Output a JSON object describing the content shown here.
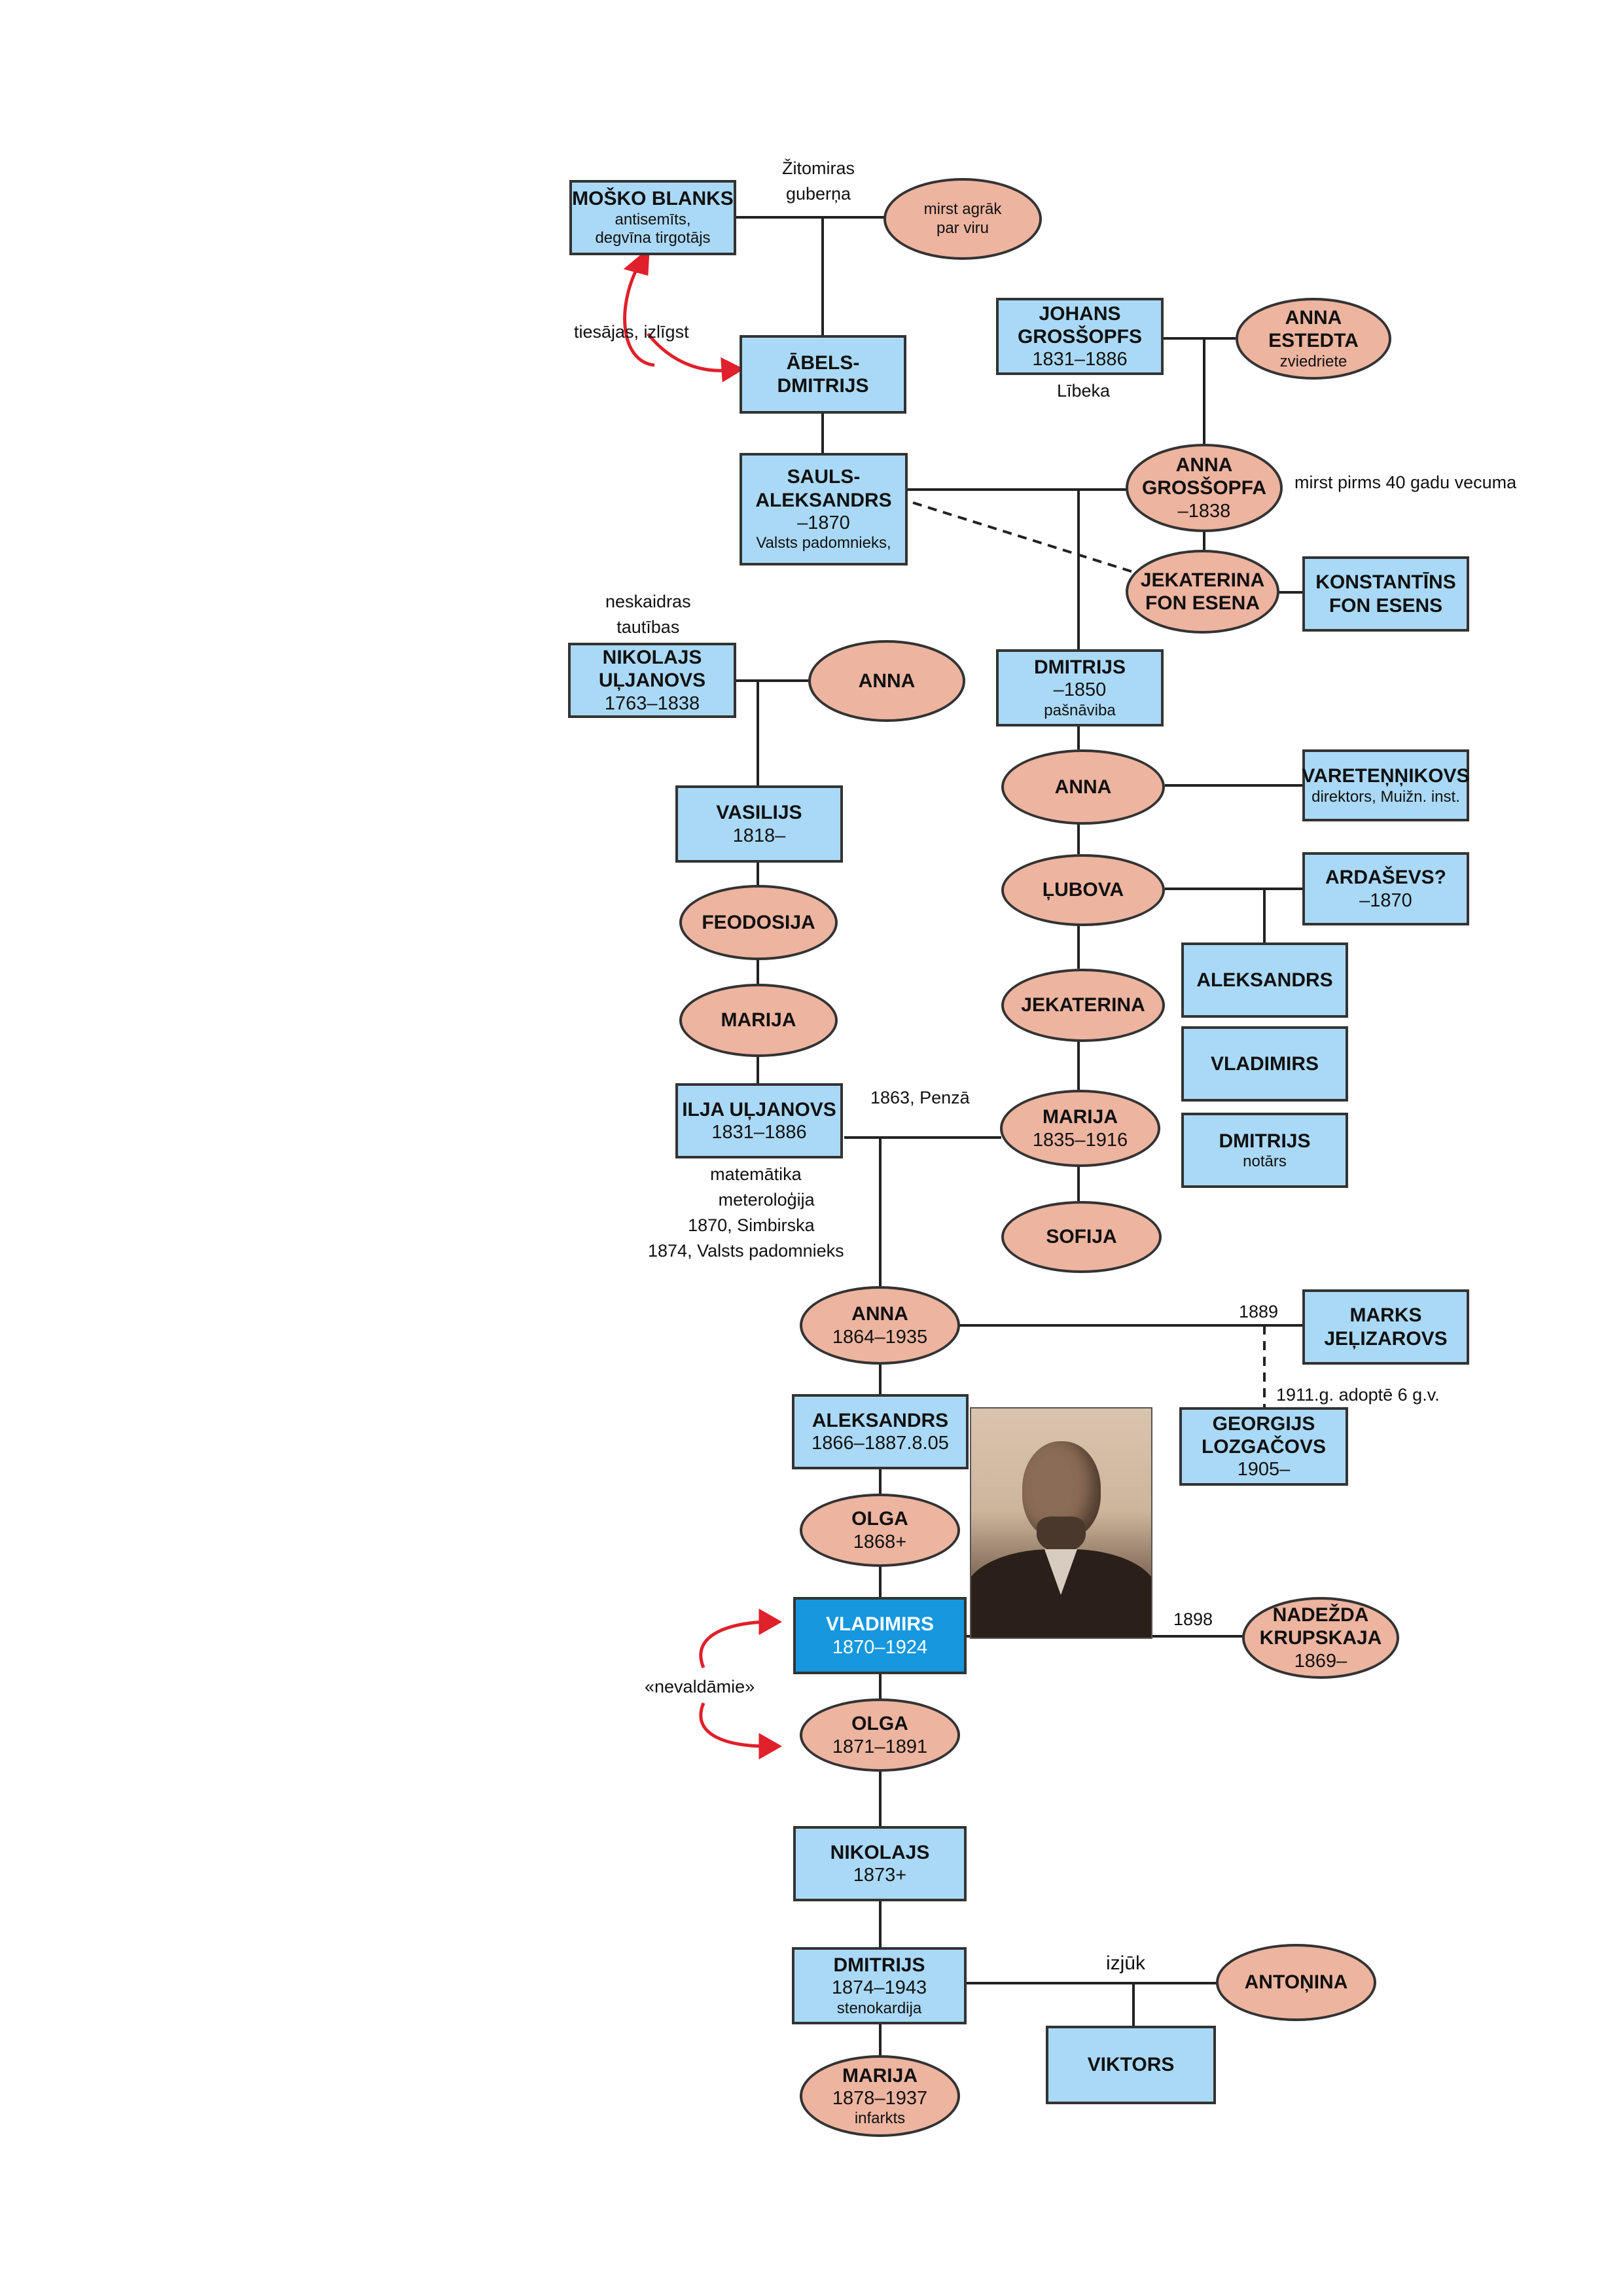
{
  "colors": {
    "male_box": "#aad9f7",
    "female_oval": "#edb4a0",
    "highlight": "#1697de",
    "arrow": "#e0202a"
  },
  "people": {
    "mosko": {
      "name": "MOŠKO BLANKS",
      "note1": "antisemīts,",
      "note2": "degvīna tirgotājs"
    },
    "mirst": {
      "line1": "mirst agrāk",
      "line2": "par viru"
    },
    "abels": {
      "line1": "ĀBELS-",
      "line2": "DMITRIJS"
    },
    "johans": {
      "line1": "JOHANS",
      "line2": "GROSŠOPFS",
      "years": "1831–1886"
    },
    "anna_est": {
      "line1": "ANNA",
      "line2": "ESTEDTA",
      "note": "zviedriete"
    },
    "sauls": {
      "line1": "SAULS-",
      "line2": "ALEKSANDRS",
      "years": "–1870",
      "note": "Valsts padomnieks,"
    },
    "anna_gros": {
      "line1": "ANNA",
      "line2": "GROSŠOPFA",
      "years": "–1838"
    },
    "jekaterina_esen": {
      "line1": "JEKATERINA",
      "line2": "FON ESENA"
    },
    "konstantins": {
      "line1": "KONSTANTĪNS",
      "line2": "FON ESENS"
    },
    "nikolajs_u": {
      "line1": "NIKOLAJS",
      "line2": "UĻJANOVS",
      "years": "1763–1838"
    },
    "anna1": {
      "name": "ANNA"
    },
    "dmitrijs1": {
      "name": "DMITRIJS",
      "years": "–1850",
      "note": "pašnāviba"
    },
    "vasilijs": {
      "name": "VASILIJS",
      "years": "1818–"
    },
    "anna2": {
      "name": "ANNA"
    },
    "varet": {
      "name": "VARETEŅŅIKOVS",
      "note": "direktors, Muižn. inst."
    },
    "feodosija": {
      "name": "FEODOSIJA"
    },
    "lubova": {
      "name": "ĻUBOVA"
    },
    "ardasevs": {
      "name": "ARDAŠEVS?",
      "years": "–1870"
    },
    "aleksandrs_a": {
      "name": "ALEKSANDRS"
    },
    "marija1": {
      "name": "MARIJA"
    },
    "jekaterina2": {
      "name": "JEKATERINA"
    },
    "vladimirs_a": {
      "name": "VLADIMIRS"
    },
    "ilja": {
      "name": "ILJA UĻJANOVS",
      "years": "1831–1886"
    },
    "marija2": {
      "name": "MARIJA",
      "years": "1835–1916"
    },
    "dmitrijs_a": {
      "name": "DMITRIJS",
      "note": "notārs"
    },
    "sofija": {
      "name": "SOFIJA"
    },
    "anna3": {
      "name": "ANNA",
      "years": "1864–1935"
    },
    "marks": {
      "line1": "MARKS",
      "line2": "JEĻIZAROVS"
    },
    "aleksandrs_u": {
      "name": "ALEKSANDRS",
      "years": "1866–1887.8.05"
    },
    "georgijs": {
      "line1": "GEORGIJS",
      "line2": "LOZGAČOVS",
      "years": "1905–"
    },
    "olga1": {
      "name": "OLGA",
      "years": "1868+"
    },
    "vladimirs": {
      "name": "VLADIMIRS",
      "years": "1870–1924"
    },
    "nadezda": {
      "line1": "NADEŽDA",
      "line2": "KRUPSKAJA",
      "years": "1869–"
    },
    "olga2": {
      "name": "OLGA",
      "years": "1871–1891"
    },
    "nikolajs": {
      "name": "NIKOLAJS",
      "years": "1873+"
    },
    "dmitrijs2": {
      "name": "DMITRIJS",
      "years": "1874–1943",
      "note": "stenokardija"
    },
    "antonina": {
      "name": "ANTOŅINA"
    },
    "viktors": {
      "name": "VIKTORS"
    },
    "marija3": {
      "name": "MARIJA",
      "years": "1878–1937",
      "note": "infarkts"
    }
  },
  "labels": {
    "zitomiras1": "Žitomiras",
    "zitomiras2": "guberņa",
    "tiesajas": "tiesājas, izlīgst",
    "libeka": "Lībeka",
    "mirst40": "mirst pirms 40 gadu vecuma",
    "neskaidras1": "neskaidras",
    "neskaidras2": "tautības",
    "penza": "1863, Penzā",
    "ilja1": "matemātika",
    "ilja2": "meteroloģija",
    "ilja3": "1870, Simbirska",
    "ilja4": "1874, Valsts padomnieks",
    "y1889": "1889",
    "adopte": "1911.g. adoptē 6 g.v.",
    "y1898": "1898",
    "nevaldamie": "«nevaldāmie»",
    "izjuk": "izjūk"
  }
}
